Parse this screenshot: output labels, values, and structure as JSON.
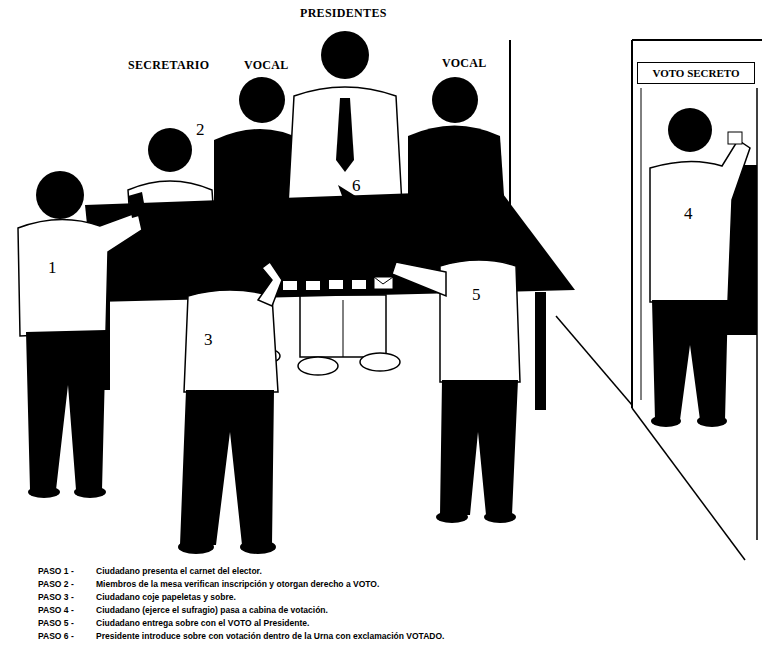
{
  "diagram": {
    "nodes": [
      {
        "text": [
          "VOTO SECRETO"
        ]
      }
    ],
    "labels": [
      "PRESIDENTES",
      "SECRETARIO",
      "VOCAL",
      "VOCAL",
      "2",
      "6",
      "4",
      "1",
      "3",
      "5",
      "PASO 1 -",
      "Ciudadano presenta el carnet del elector.",
      "PASO 2 -",
      "Miembros de la mesa verifican inscripción y otorgan derecho a VOTO.",
      "PASO 3 -",
      "Ciudadano coje papeletas y sobre.",
      "PASO 4 -",
      "Ciudadano (ejerce el sufragio) pasa a cabina de votación.",
      "PASO 5 -",
      "Ciudadano entrega sobre con el VOTO al Presidente.",
      "PASO 6 -",
      "Presidente introduce sobre con votación dentro de la Urna con exclamación VOTADO."
    ]
  }
}
